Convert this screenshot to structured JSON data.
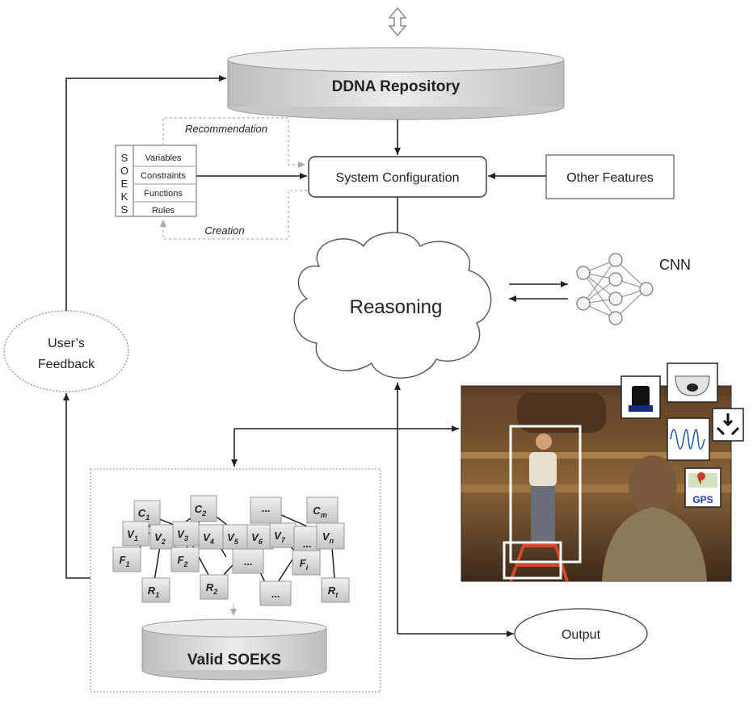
{
  "repository": {
    "label": "DDNA Repository"
  },
  "system_config": {
    "label": "System Configuration"
  },
  "other_features": {
    "label": "Other Features"
  },
  "soeks": {
    "letters": [
      "S",
      "O",
      "E",
      "K",
      "S"
    ],
    "items": [
      "Variables",
      "Constraints",
      "Functions",
      "Rules"
    ]
  },
  "recommendation": {
    "label": "Recommendation"
  },
  "creation": {
    "label": "Creation"
  },
  "reasoning": {
    "label": "Reasoning"
  },
  "cnn": {
    "label": "CNN"
  },
  "feedback": {
    "line1": "User’s",
    "line2": "Feedback"
  },
  "output": {
    "label": "Output"
  },
  "valid_soeks": {
    "label": "Valid SOEKS"
  },
  "blocks": {
    "c1": {
      "main": "C",
      "sub": "1"
    },
    "c2": {
      "main": "C",
      "sub": "2"
    },
    "c_dots": {
      "main": "...",
      "sub": ""
    },
    "cm": {
      "main": "C",
      "sub": "m"
    },
    "v1": {
      "main": "V",
      "sub": "1"
    },
    "v2": {
      "main": "V",
      "sub": "2"
    },
    "v3": {
      "main": "V",
      "sub": "3"
    },
    "v4": {
      "main": "V",
      "sub": "4"
    },
    "v5": {
      "main": "V",
      "sub": "5"
    },
    "v6": {
      "main": "V",
      "sub": "6"
    },
    "v7": {
      "main": "V",
      "sub": "7"
    },
    "v_dots": {
      "main": "...",
      "sub": ""
    },
    "vn": {
      "main": "V",
      "sub": "n"
    },
    "f1": {
      "main": "F",
      "sub": "1"
    },
    "f2": {
      "main": "F",
      "sub": "2"
    },
    "f_dots": {
      "main": "...",
      "sub": ""
    },
    "fi": {
      "main": "F",
      "sub": "i"
    },
    "r1": {
      "main": "R",
      "sub": "1"
    },
    "r2": {
      "main": "R",
      "sub": "2"
    },
    "r_dots": {
      "main": "...",
      "sub": ""
    },
    "rt": {
      "main": "R",
      "sub": "t"
    }
  },
  "gps_icon": {
    "label": "GPS"
  },
  "icons": [
    "sync-arrows-icon",
    "lidar-sensor-icon",
    "dome-camera-icon",
    "signal-wave-icon",
    "compress-arrows-icon",
    "gps-map-pin-icon"
  ],
  "colors": {
    "line": "#222222",
    "dashed": "#999999",
    "block": "#d6d6d6"
  }
}
